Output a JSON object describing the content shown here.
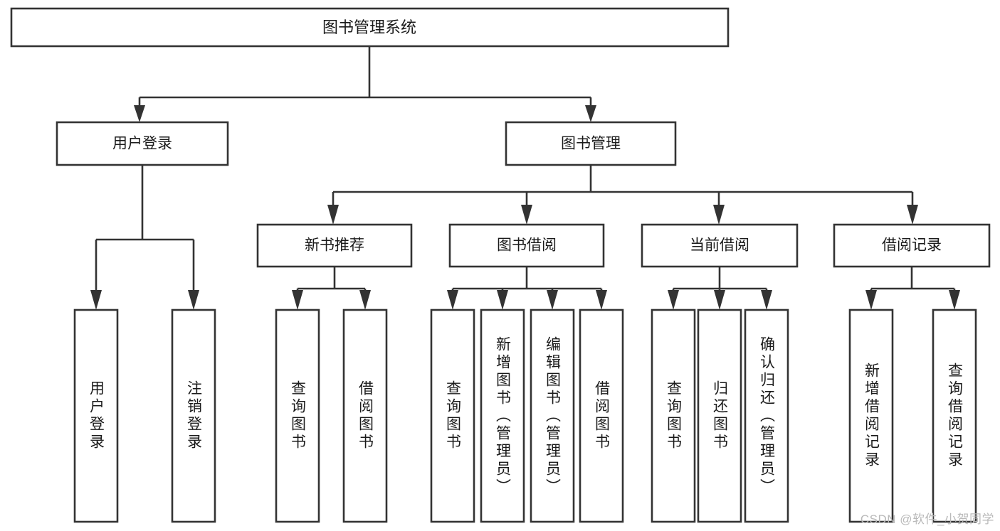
{
  "diagram": {
    "type": "hierarchy-tree",
    "title": "图书管理系统",
    "colors": {
      "background": "#ffffff",
      "box_stroke": "#333333",
      "box_fill": "#ffffff",
      "text": "#1a1a1a",
      "watermark": "#b9b9b9"
    },
    "root": {
      "label": "图书管理系统"
    },
    "level1": [
      {
        "label": "用户登录"
      },
      {
        "label": "图书管理"
      }
    ],
    "level2": [
      {
        "label": "新书推荐"
      },
      {
        "label": "图书借阅"
      },
      {
        "label": "当前借阅"
      },
      {
        "label": "借阅记录"
      }
    ],
    "leaves": {
      "user_login": [
        {
          "label": "用户登录"
        },
        {
          "label": "注销登录"
        }
      ],
      "new_book_recommend": [
        {
          "label": "查询图书"
        },
        {
          "label": "借阅图书"
        }
      ],
      "book_borrow": [
        {
          "label": "查询图书"
        },
        {
          "label": "新增图书（管理员）"
        },
        {
          "label": "编辑图书（管理员）"
        },
        {
          "label": "借阅图书"
        }
      ],
      "current_borrow": [
        {
          "label": "查询图书"
        },
        {
          "label": "归还图书"
        },
        {
          "label": "确认归还（管理员）"
        }
      ],
      "borrow_record": [
        {
          "label": "新增借阅记录"
        },
        {
          "label": "查询借阅记录"
        }
      ]
    }
  },
  "watermark": {
    "text": "CSDN @软件_小贺同学"
  }
}
